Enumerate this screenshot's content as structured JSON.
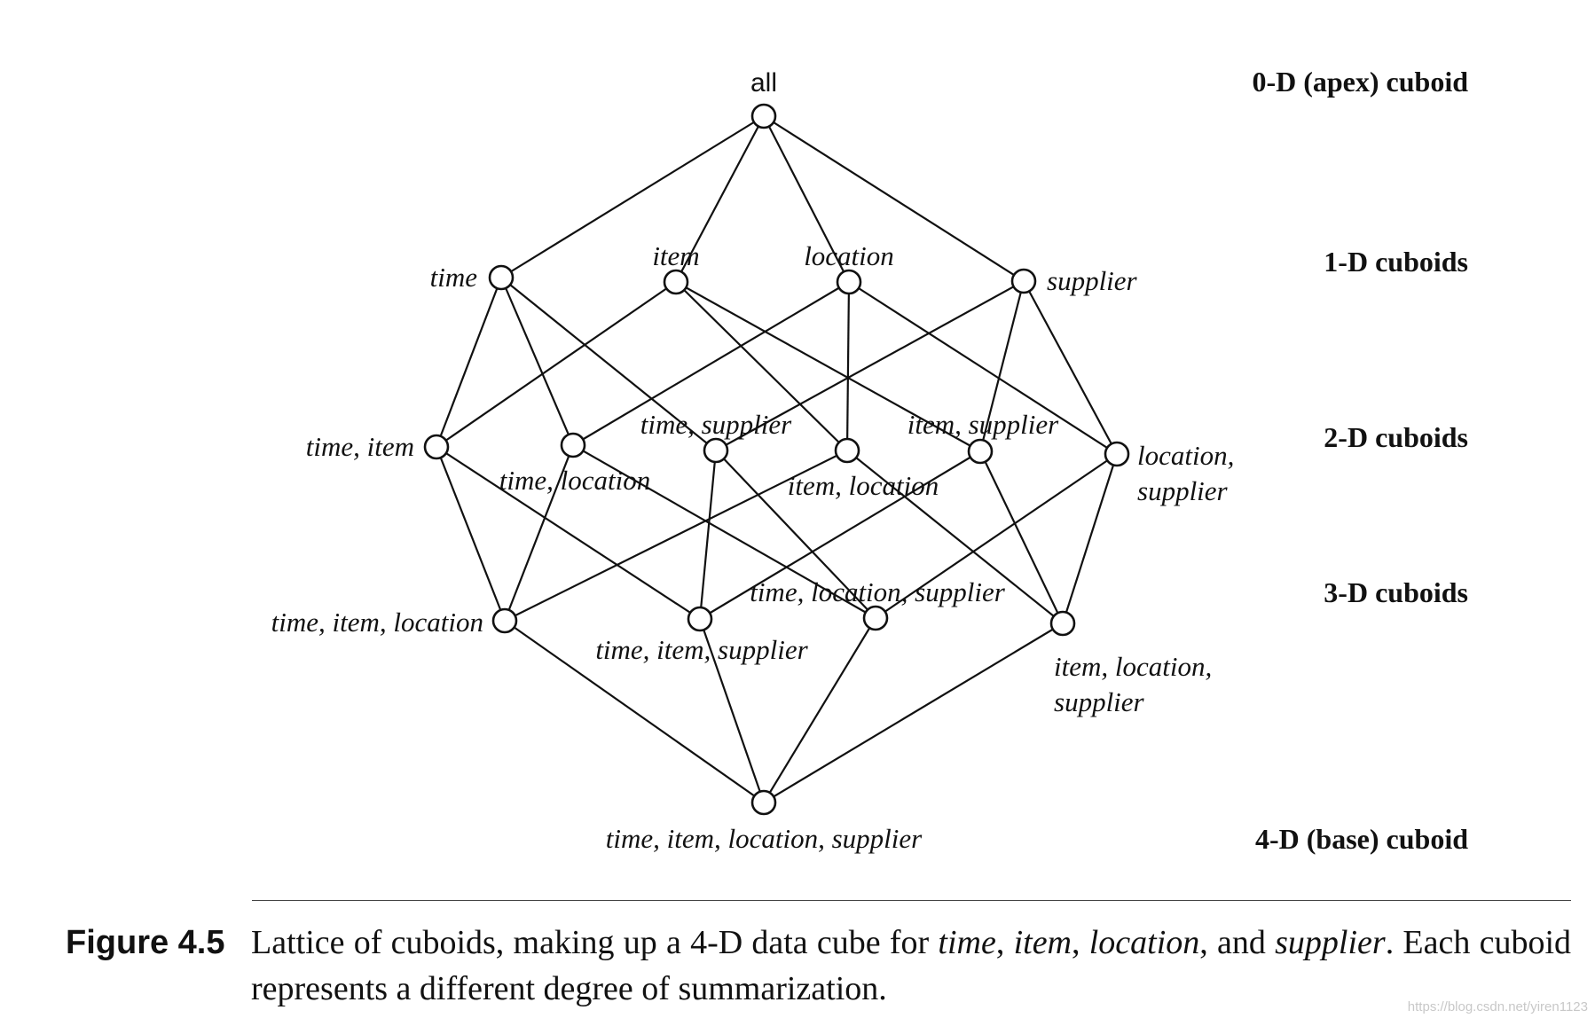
{
  "diagram": {
    "nodes": [
      {
        "id": "n0",
        "label": [
          "all"
        ],
        "apex": true
      },
      {
        "id": "n1",
        "label": [
          "time"
        ]
      },
      {
        "id": "n2",
        "label": [
          "item"
        ]
      },
      {
        "id": "n3",
        "label": [
          "location"
        ]
      },
      {
        "id": "n4",
        "label": [
          "supplier"
        ]
      },
      {
        "id": "n5",
        "label": [
          "time, item"
        ]
      },
      {
        "id": "n6",
        "label": [
          "time, location"
        ]
      },
      {
        "id": "n7",
        "label": [
          "time, supplier"
        ]
      },
      {
        "id": "n8",
        "label": [
          "item, location"
        ]
      },
      {
        "id": "n9",
        "label": [
          "item, supplier"
        ]
      },
      {
        "id": "n10",
        "label": [
          "location,",
          "supplier"
        ]
      },
      {
        "id": "n11",
        "label": [
          "time, item, location"
        ]
      },
      {
        "id": "n12",
        "label": [
          "time, item, supplier"
        ]
      },
      {
        "id": "n13",
        "label": [
          "time, location, supplier"
        ]
      },
      {
        "id": "n14",
        "label": [
          "item, location,",
          "supplier"
        ]
      },
      {
        "id": "n15",
        "label": [
          "time, item, location, supplier"
        ]
      }
    ],
    "edges": [
      [
        "n0",
        "n1"
      ],
      [
        "n0",
        "n2"
      ],
      [
        "n0",
        "n3"
      ],
      [
        "n0",
        "n4"
      ],
      [
        "n1",
        "n5"
      ],
      [
        "n1",
        "n6"
      ],
      [
        "n1",
        "n7"
      ],
      [
        "n2",
        "n5"
      ],
      [
        "n2",
        "n8"
      ],
      [
        "n2",
        "n9"
      ],
      [
        "n3",
        "n6"
      ],
      [
        "n3",
        "n8"
      ],
      [
        "n3",
        "n10"
      ],
      [
        "n4",
        "n7"
      ],
      [
        "n4",
        "n9"
      ],
      [
        "n4",
        "n10"
      ],
      [
        "n5",
        "n11"
      ],
      [
        "n5",
        "n12"
      ],
      [
        "n6",
        "n11"
      ],
      [
        "n6",
        "n13"
      ],
      [
        "n7",
        "n12"
      ],
      [
        "n7",
        "n13"
      ],
      [
        "n8",
        "n11"
      ],
      [
        "n8",
        "n14"
      ],
      [
        "n9",
        "n12"
      ],
      [
        "n9",
        "n14"
      ],
      [
        "n10",
        "n13"
      ],
      [
        "n10",
        "n14"
      ],
      [
        "n11",
        "n15"
      ],
      [
        "n12",
        "n15"
      ],
      [
        "n13",
        "n15"
      ],
      [
        "n14",
        "n15"
      ]
    ],
    "levels": [
      "0-D (apex) cuboid",
      "1-D cuboids",
      "2-D cuboids",
      "3-D cuboids",
      "4-D (base) cuboid"
    ]
  },
  "caption": {
    "figure_label": "Figure 4.5",
    "text_1": "Lattice of cuboids, making up a 4-D data cube for ",
    "term_1": "time",
    "text_2": ", ",
    "term_2": "item",
    "text_3": ", ",
    "term_3": "location",
    "text_4": ", and ",
    "term_4": "supplier",
    "text_5": ". Each cuboid represents a different degree of summarization."
  },
  "watermark": "https://blog.csdn.net/yiren1123"
}
